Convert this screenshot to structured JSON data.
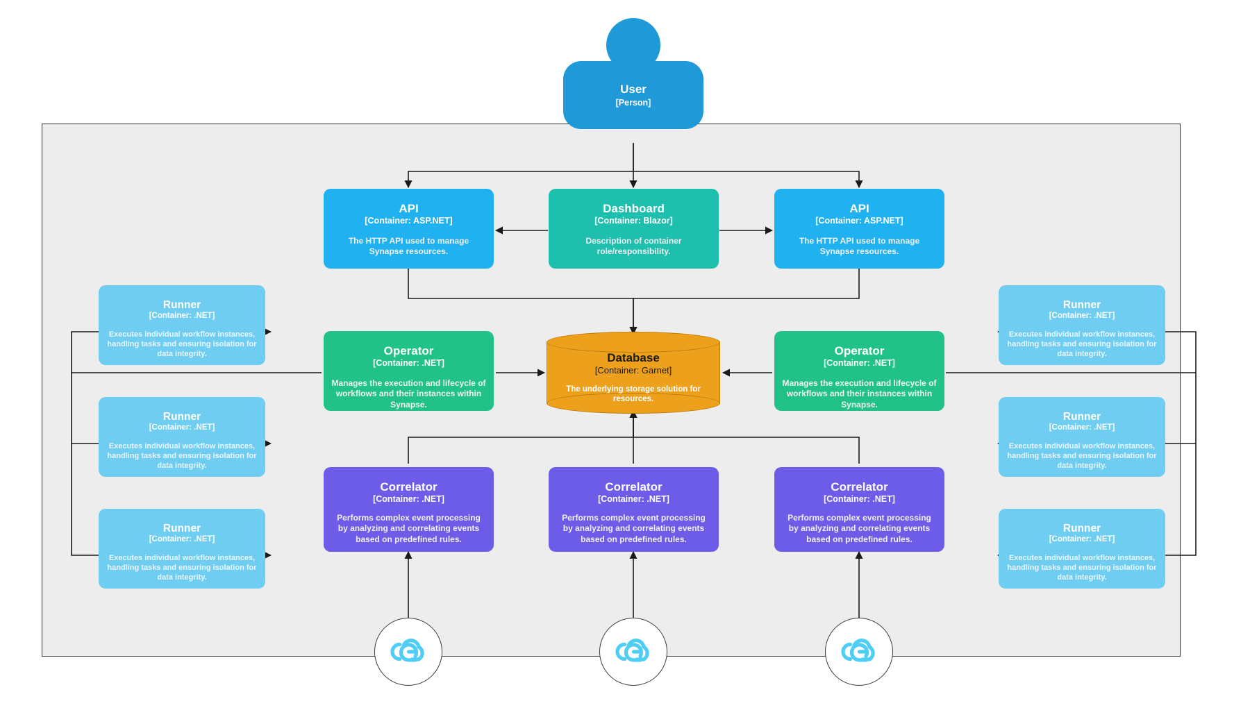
{
  "diagram": {
    "type": "c4-container-diagram",
    "background": "#ffffff",
    "boundary_fill": "#ededed",
    "boundary_stroke": "#2f2f2f"
  },
  "colors": {
    "person": "#1f99d8",
    "api": "#20b2f0",
    "dashboard": "#1fbfae",
    "operator": "#21c287",
    "correlator": "#6c5ce7",
    "runner": "#6ecdf0",
    "database": "#eda01b",
    "database_stroke": "#c07d09",
    "cloudevents": "#4ecdf5",
    "edge": "#1a1a1a"
  },
  "person": {
    "title": "User",
    "tech": "[Person]"
  },
  "nodes": {
    "api_left": {
      "title": "API",
      "tech": "[Container: ASP.NET]",
      "desc": "The HTTP API used to manage Synapse resources."
    },
    "dashboard": {
      "title": "Dashboard",
      "tech": "[Container: Blazor]",
      "desc": "Description of container role/responsibility."
    },
    "api_right": {
      "title": "API",
      "tech": "[Container: ASP.NET]",
      "desc": "The HTTP API used to manage Synapse resources."
    },
    "operator_left": {
      "title": "Operator",
      "tech": "[Container: .NET]",
      "desc": "Manages the execution and lifecycle of workflows and their instances within Synapse."
    },
    "operator_right": {
      "title": "Operator",
      "tech": "[Container: .NET]",
      "desc": "Manages the execution and lifecycle of workflows and their instances within Synapse."
    },
    "database": {
      "title": "Database",
      "tech": "[Container: Garnet]",
      "desc": "The underlying storage solution for resources."
    },
    "correlator_left": {
      "title": "Correlator",
      "tech": "[Container: .NET]",
      "desc": "Performs complex event processing by analyzing and correlating events based on predefined rules."
    },
    "correlator_center": {
      "title": "Correlator",
      "tech": "[Container: .NET]",
      "desc": "Performs complex event processing by analyzing and correlating events based on predefined rules."
    },
    "correlator_right": {
      "title": "Correlator",
      "tech": "[Container: .NET]",
      "desc": "Performs complex event processing by analyzing and correlating events based on predefined rules."
    },
    "runner_l1": {
      "title": "Runner",
      "tech": "[Container: .NET]",
      "desc": "Executes individual workflow instances, handling tasks and ensuring isolation for data integrity."
    },
    "runner_l2": {
      "title": "Runner",
      "tech": "[Container: .NET]",
      "desc": "Executes individual workflow instances, handling tasks and ensuring isolation for data integrity."
    },
    "runner_l3": {
      "title": "Runner",
      "tech": "[Container: .NET]",
      "desc": "Executes individual workflow instances, handling tasks and ensuring isolation for data integrity."
    },
    "runner_r1": {
      "title": "Runner",
      "tech": "[Container: .NET]",
      "desc": "Executes individual workflow instances, handling tasks and ensuring isolation for data integrity."
    },
    "runner_r2": {
      "title": "Runner",
      "tech": "[Container: .NET]",
      "desc": "Executes individual workflow instances, handling tasks and ensuring isolation for data integrity."
    },
    "runner_r3": {
      "title": "Runner",
      "tech": "[Container: .NET]",
      "desc": "Executes individual workflow instances, handling tasks and ensuring isolation for data integrity."
    }
  },
  "cloudevents": [
    {
      "name": "cloudevents-source-left"
    },
    {
      "name": "cloudevents-source-center"
    },
    {
      "name": "cloudevents-source-right"
    }
  ],
  "edges": [
    {
      "from": "user",
      "to": "api_left",
      "direction": "down"
    },
    {
      "from": "user",
      "to": "dashboard",
      "direction": "down"
    },
    {
      "from": "user",
      "to": "api_right",
      "direction": "down"
    },
    {
      "from": "dashboard",
      "to": "api_left",
      "direction": "left"
    },
    {
      "from": "dashboard",
      "to": "api_right",
      "direction": "right"
    },
    {
      "from": "api_left",
      "to": "database",
      "direction": "down"
    },
    {
      "from": "api_right",
      "to": "database",
      "direction": "down"
    },
    {
      "from": "operator_left",
      "to": "database",
      "direction": "right"
    },
    {
      "from": "operator_right",
      "to": "database",
      "direction": "left"
    },
    {
      "from": "correlator_left",
      "to": "database",
      "direction": "up"
    },
    {
      "from": "correlator_center",
      "to": "database",
      "direction": "up"
    },
    {
      "from": "correlator_right",
      "to": "database",
      "direction": "up"
    },
    {
      "from": "operator_left",
      "to": "runner_l1",
      "direction": "left"
    },
    {
      "from": "operator_left",
      "to": "runner_l2",
      "direction": "left"
    },
    {
      "from": "operator_left",
      "to": "runner_l3",
      "direction": "left"
    },
    {
      "from": "operator_right",
      "to": "runner_r1",
      "direction": "right"
    },
    {
      "from": "operator_right",
      "to": "runner_r2",
      "direction": "right"
    },
    {
      "from": "operator_right",
      "to": "runner_r3",
      "direction": "right"
    },
    {
      "from": "cloudevents-source-left",
      "to": "correlator_left",
      "direction": "up"
    },
    {
      "from": "cloudevents-source-center",
      "to": "correlator_center",
      "direction": "up"
    },
    {
      "from": "cloudevents-source-right",
      "to": "correlator_right",
      "direction": "up"
    }
  ]
}
